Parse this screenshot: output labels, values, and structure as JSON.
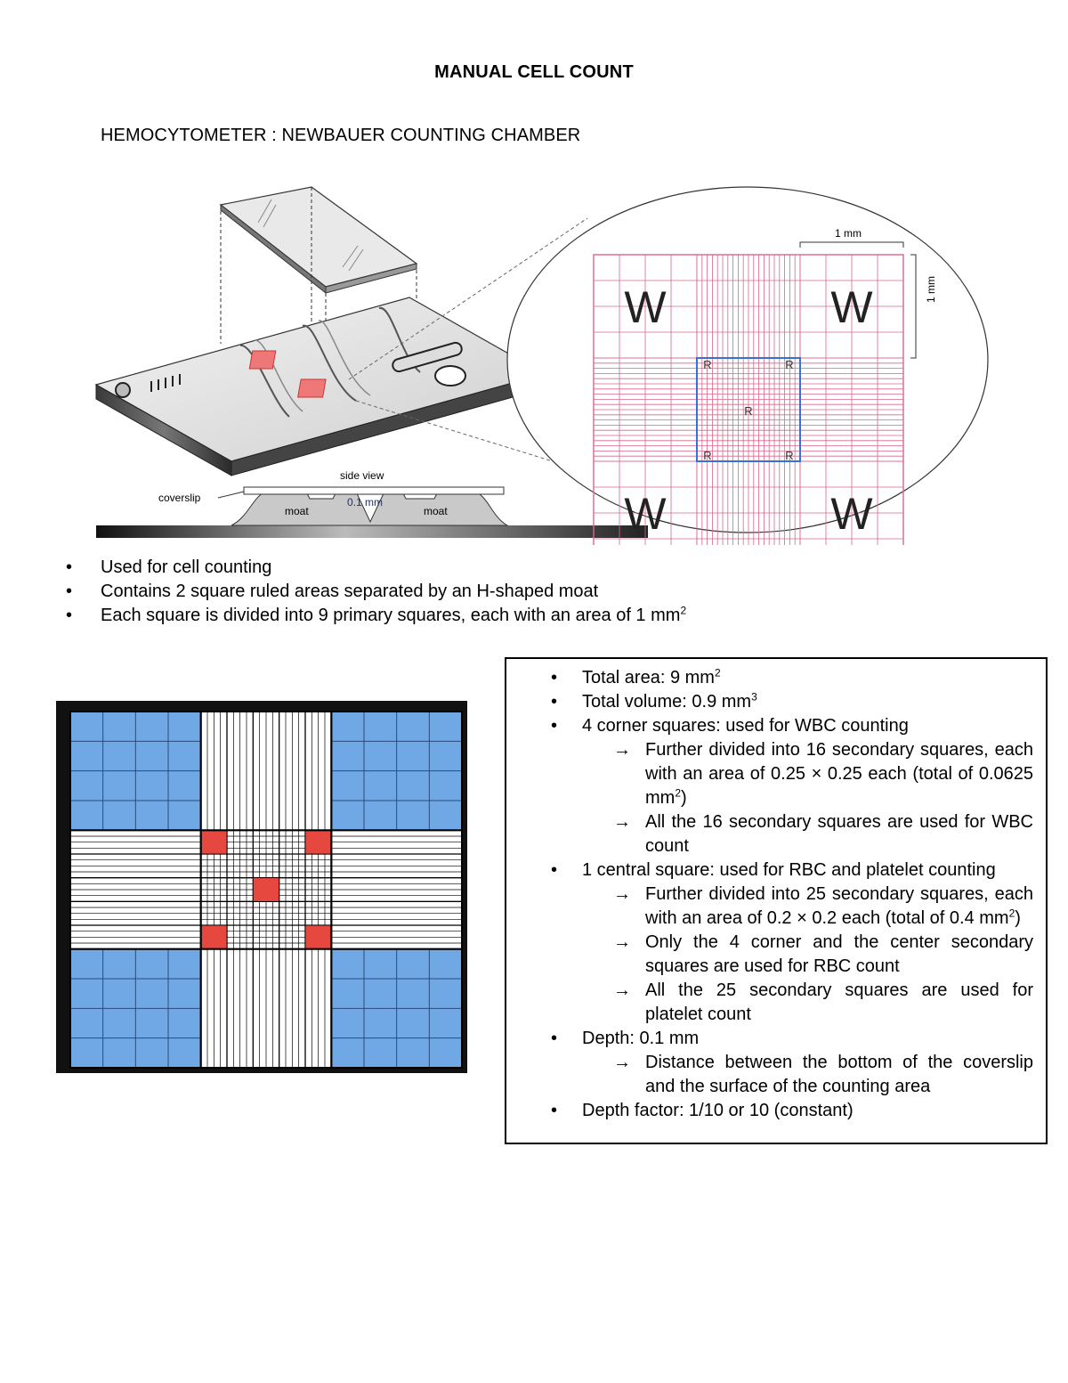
{
  "doc": {
    "title": "MANUAL CELL COUNT",
    "subtitle": "HEMOCYTOMETER : NEWBAUER COUNTING CHAMBER"
  },
  "diagram1": {
    "one_mm_top": "1 mm",
    "one_mm_side": "1 mm",
    "side_view": "side view",
    "coverslip": "coverslip",
    "depth": "0.1 mm",
    "moat_left": "moat",
    "moat_right": "moat",
    "w_label": "W",
    "r_label": "R",
    "colors": {
      "grid_red": "#d9678a",
      "box_blue": "#3a6fd8"
    }
  },
  "bullets_top": [
    "Used for cell counting",
    "Contains 2 square ruled areas separated by an H-shaped moat",
    "Each square is divided into 9 primary squares, each with an area of 1 mm"
  ],
  "bullets_top_sup": "2",
  "diagram2": {
    "colors": {
      "corner_blue": "#6fa8e5",
      "red_square": "#e64840",
      "frame": "#111111"
    }
  },
  "box": {
    "total_area": "Total area: 9 mm",
    "total_area_sup": "2",
    "total_volume": "Total volume: 0.9 mm",
    "total_volume_sup": "3",
    "corner": "4 corner squares: used for WBC counting",
    "corner_sub1_a": "Further divided into 16 secondary squares, each with an area of 0.25 × 0.25 each (total of 0.0625 mm",
    "corner_sub1_sup": "2",
    "corner_sub1_b": ")",
    "corner_sub2": "All the 16 secondary squares are used for WBC count",
    "central": "1 central square: used for RBC and platelet counting",
    "central_sub1_a": "Further divided into 25 secondary squares, each with an area of 0.2 × 0.2 each (total of 0.4 mm",
    "central_sub1_sup": "2",
    "central_sub1_b": ")",
    "central_sub2": "Only the 4 corner and the center secondary squares are used for RBC count",
    "central_sub3": "All the 25 secondary squares are used for platelet count",
    "depth": "Depth: 0.1 mm",
    "depth_sub1": "Distance between the bottom of the coverslip and the surface of the counting area",
    "depth_factor": "Depth factor: 1/10 or 10 (constant)"
  }
}
